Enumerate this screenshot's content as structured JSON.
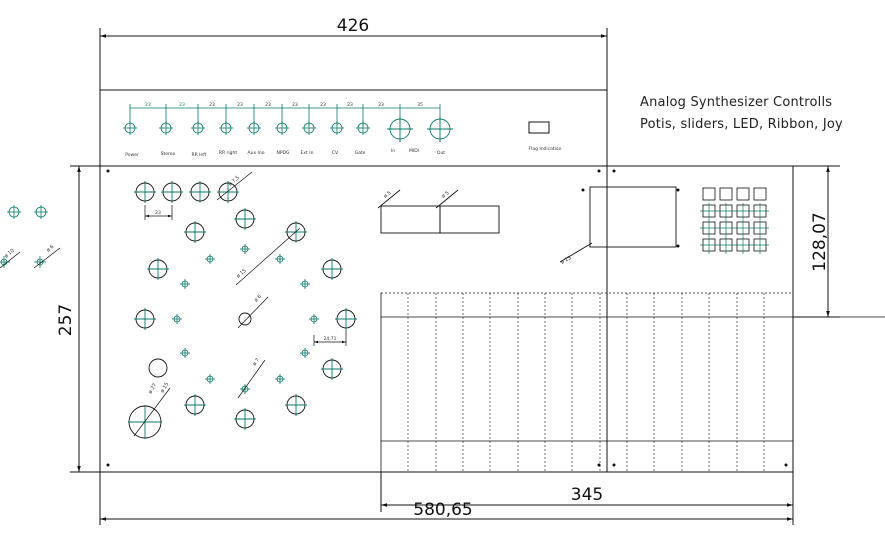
{
  "notes": {
    "title": "Analog Synthesizer Controlls",
    "subtitle": "Potis, sliders, LED, Ribbon, Joy"
  },
  "dimensions": {
    "top_width": "426",
    "left_height": "257",
    "right_height": "128,07",
    "bottom_overall": "580,65",
    "bottom_right": "345",
    "pitch": "23",
    "pitch_last": "35",
    "bottom_spacing": "23",
    "right_spacing": "24,71"
  },
  "jack_labels": [
    "Power",
    "Stereo",
    "RR left",
    "RR right",
    "Aux Ino",
    "NPDG",
    "Ext In",
    "CV",
    "Gate",
    "In",
    "MIDI",
    "Out"
  ],
  "flag_label": "Flag Indication",
  "diameters": {
    "d1": "ø 7,5",
    "d2": "ø 6",
    "d3": "ø 15",
    "d4": "ø 6",
    "d5": "ø 7",
    "d6": "ø 27",
    "d7": "ø 15",
    "d8": "ø 5",
    "d9": "ø 5",
    "d10": "ø 23",
    "d11": "ø 10",
    "d12": "ø 6"
  }
}
